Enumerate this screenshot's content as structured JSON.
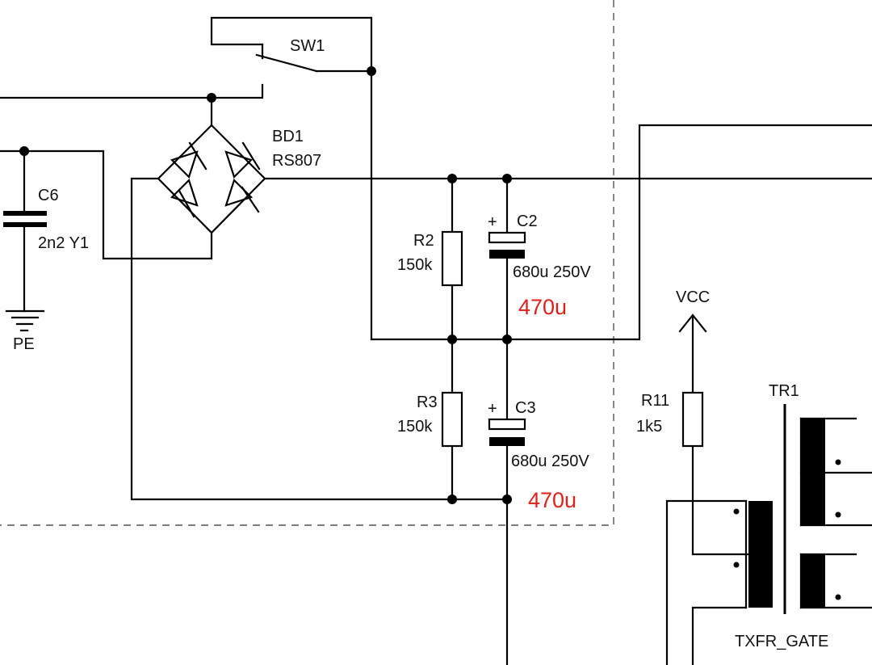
{
  "components": {
    "sw1": {
      "ref": "SW1"
    },
    "bd1": {
      "ref": "BD1",
      "value": "RS807"
    },
    "c6": {
      "ref": "C6",
      "value": "2n2 Y1"
    },
    "pe": {
      "label": "PE"
    },
    "r2": {
      "ref": "R2",
      "value": "150k"
    },
    "c2": {
      "ref": "C2",
      "value": "680u 250V",
      "plus": "+",
      "annotation": "470u"
    },
    "r3": {
      "ref": "R3",
      "value": "150k"
    },
    "c3": {
      "ref": "C3",
      "value": "680u 250V",
      "plus": "+",
      "annotation": "470u"
    },
    "vcc": {
      "label": "VCC"
    },
    "r11": {
      "ref": "R11",
      "value": "1k5"
    },
    "tr1": {
      "ref": "TR1",
      "net": "TXFR_GATE"
    }
  },
  "colors": {
    "wire": "#000000",
    "annotation": "#e0201b",
    "boundary": "#555555"
  }
}
